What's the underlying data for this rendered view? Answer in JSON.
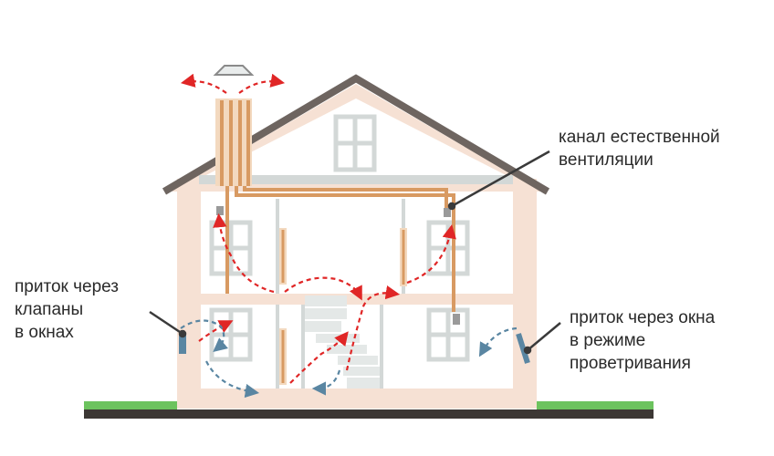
{
  "labels": {
    "channel": [
      "канал естественной",
      "вентиляции"
    ],
    "valves": [
      "приток через",
      "клапаны",
      "в окнах"
    ],
    "windows": [
      "приток через окна",
      "в режиме",
      "проветривания"
    ]
  },
  "colors": {
    "wall": "#f6e1d4",
    "roof": "#6e6560",
    "window": "#d3d8d7",
    "duct": "#d89a62",
    "exhaust_arrow": "#e02626",
    "supply_arrow": "#5a86a2",
    "grass": "#6cc35e",
    "ground": "#3c3734",
    "leader": "#3a3a3a"
  }
}
